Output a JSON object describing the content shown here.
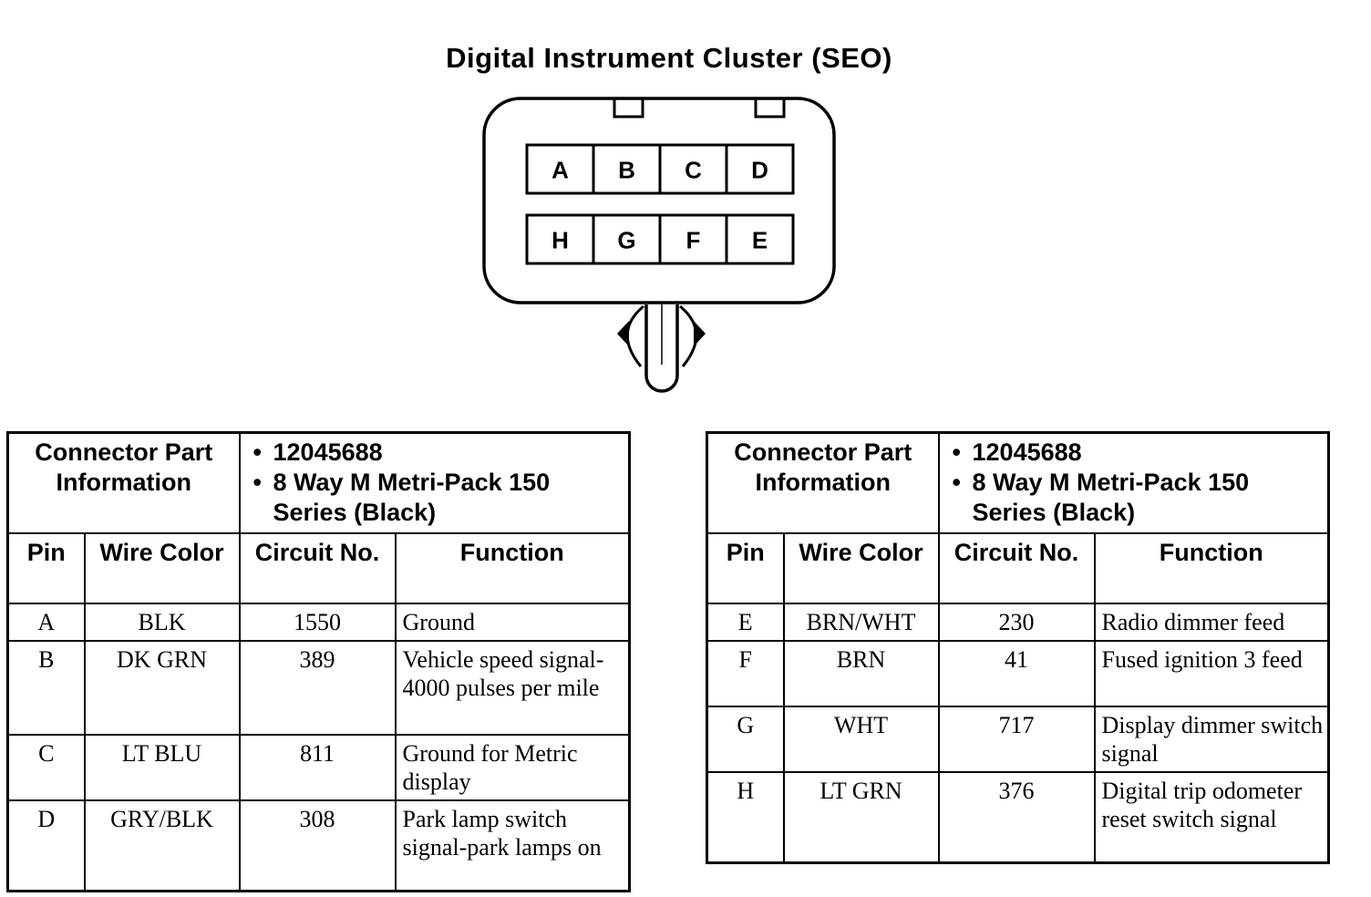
{
  "title": "Digital Instrument Cluster (SEO)",
  "connector": {
    "cavities_top": [
      "A",
      "B",
      "C",
      "D"
    ],
    "cavities_bottom": [
      "H",
      "G",
      "F",
      "E"
    ]
  },
  "tables": [
    {
      "part_info_label": "Connector Part Information",
      "part_info": [
        "12045688",
        "8 Way M Metri-Pack 150 Series (Black)"
      ],
      "headers": {
        "pin": "Pin",
        "wire_color": "Wire Color",
        "circuit": "Circuit No.",
        "function": "Function"
      },
      "rows": [
        {
          "pin": "A",
          "wire_color": "BLK",
          "circuit": "1550",
          "function": "Ground"
        },
        {
          "pin": "B",
          "wire_color": "DK GRN",
          "circuit": "389",
          "function": "Vehicle speed signal-4000 pulses per mile"
        },
        {
          "pin": "C",
          "wire_color": "LT BLU",
          "circuit": "811",
          "function": "Ground for Metric display"
        },
        {
          "pin": "D",
          "wire_color": "GRY/BLK",
          "circuit": "308",
          "function": "Park lamp switch signal-park lamps on"
        }
      ]
    },
    {
      "part_info_label": "Connector Part Information",
      "part_info": [
        "12045688",
        "8 Way M Metri-Pack 150 Series (Black)"
      ],
      "headers": {
        "pin": "Pin",
        "wire_color": "Wire Color",
        "circuit": "Circuit No.",
        "function": "Function"
      },
      "rows": [
        {
          "pin": "E",
          "wire_color": "BRN/WHT",
          "circuit": "230",
          "function": "Radio dimmer feed"
        },
        {
          "pin": "F",
          "wire_color": "BRN",
          "circuit": "41",
          "function": "Fused ignition 3 feed"
        },
        {
          "pin": "G",
          "wire_color": "WHT",
          "circuit": "717",
          "function": "Display dimmer switch signal"
        },
        {
          "pin": "H",
          "wire_color": "LT GRN",
          "circuit": "376",
          "function": "Digital trip odometer reset switch signal"
        }
      ]
    }
  ]
}
